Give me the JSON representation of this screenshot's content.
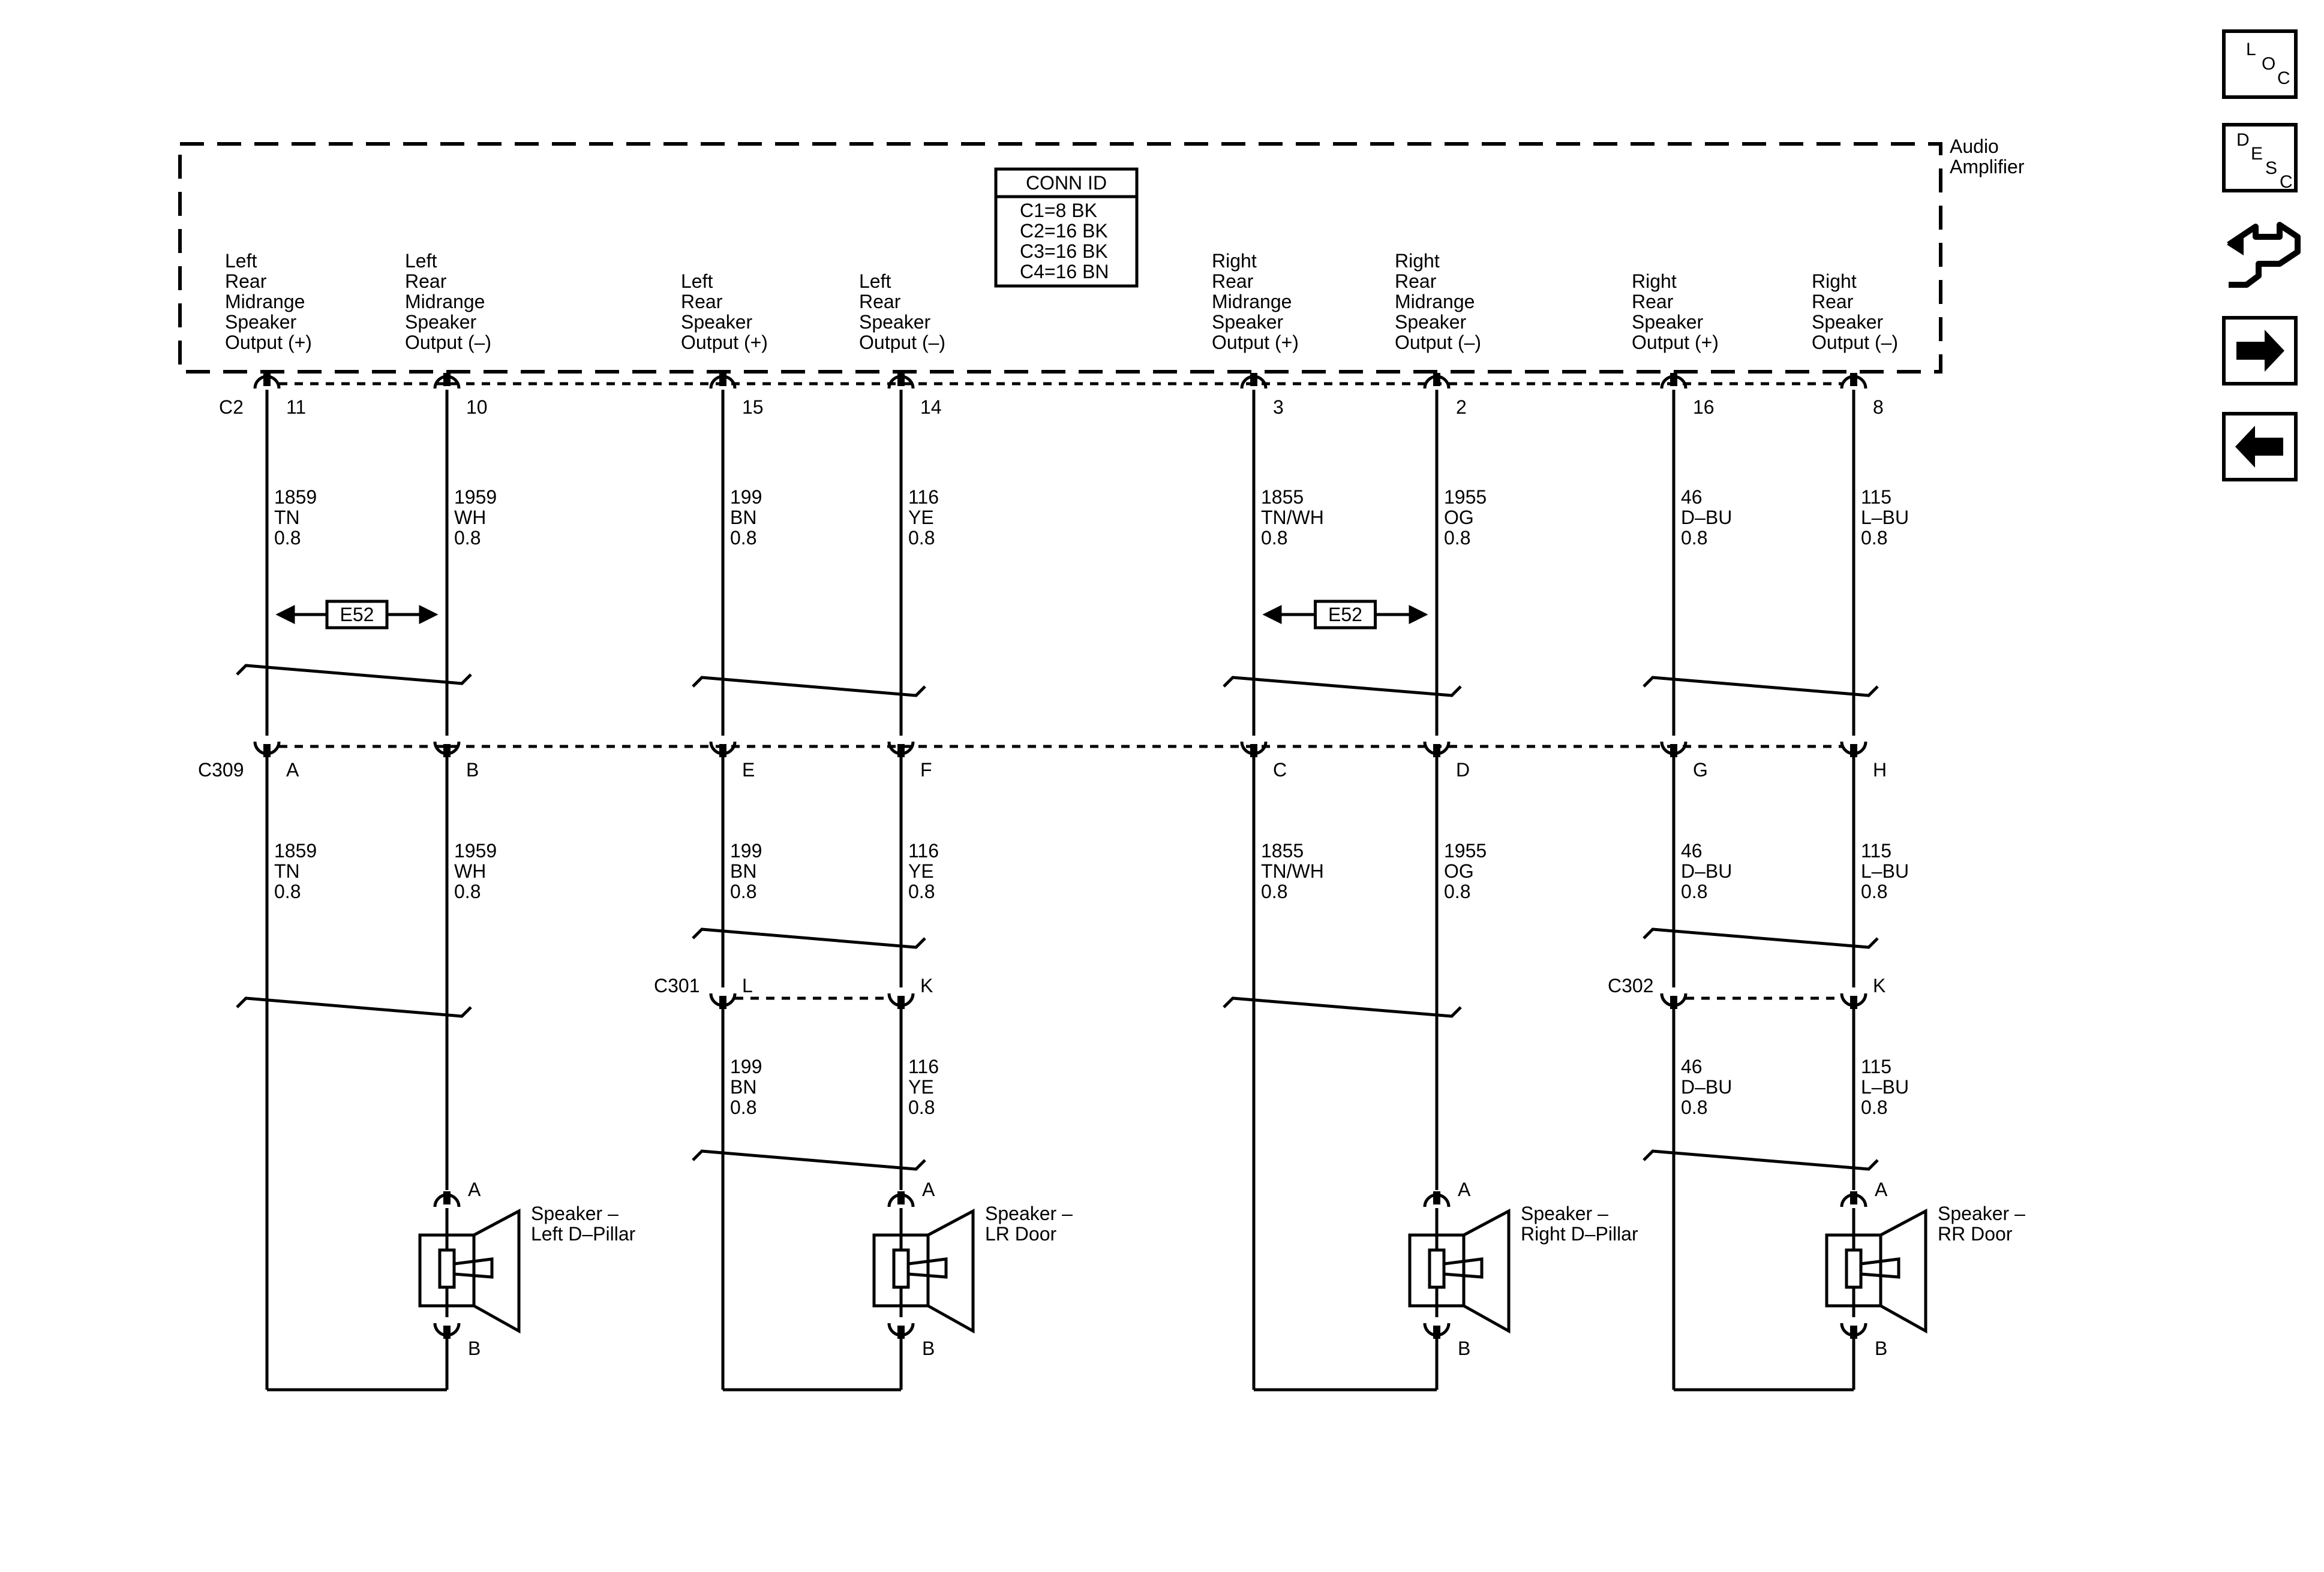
{
  "amplifier": {
    "name": "Audio\nAmplifier",
    "conn_id_title": "CONN ID",
    "conn_id_lines": [
      "C1=8 BK",
      "C2=16 BK",
      "C3=16 BK",
      "C4=16 BN"
    ]
  },
  "connectors": {
    "top": "C2",
    "middle": "C309",
    "c301": "C301",
    "c302": "C302"
  },
  "e52": "E52",
  "circuits": [
    {
      "id": "lrm_pos",
      "label": "Left\nRear\nMidrange\nSpeaker\nOutput (+)",
      "pin_top": "11",
      "wire1": "1859\nTN\n0.8",
      "pin_mid": "A",
      "wire2": "1859\nTN\n0.8"
    },
    {
      "id": "lrm_neg",
      "label": "Left\nRear\nMidrange\nSpeaker\nOutput (–)",
      "pin_top": "10",
      "wire1": "1959\nWH\n0.8",
      "pin_mid": "B",
      "wire2": "1959\nWH\n0.8"
    },
    {
      "id": "lr_pos",
      "label": "Left\nRear\nSpeaker\nOutput (+)",
      "pin_top": "15",
      "wire1": "199\nBN\n0.8",
      "pin_mid": "E",
      "wire2": "199\nBN\n0.8",
      "pin_sub": "L",
      "wire3": "199\nBN\n0.8"
    },
    {
      "id": "lr_neg",
      "label": "Left\nRear\nSpeaker\nOutput (–)",
      "pin_top": "14",
      "wire1": "116\nYE\n0.8",
      "pin_mid": "F",
      "wire2": "116\nYE\n0.8",
      "pin_sub": "K",
      "wire3": "116\nYE\n0.8"
    },
    {
      "id": "rrm_pos",
      "label": "Right\nRear\nMidrange\nSpeaker\nOutput (+)",
      "pin_top": "3",
      "wire1": "1855\nTN/WH\n0.8",
      "pin_mid": "C",
      "wire2": "1855\nTN/WH\n0.8"
    },
    {
      "id": "rrm_neg",
      "label": "Right\nRear\nMidrange\nSpeaker\nOutput (–)",
      "pin_top": "2",
      "wire1": "1955\nOG\n0.8",
      "pin_mid": "D",
      "wire2": "1955\nOG\n0.8"
    },
    {
      "id": "rr_pos",
      "label": "Right\nRear\nSpeaker\nOutput (+)",
      "pin_top": "16",
      "wire1": "46\nD–BU\n0.8",
      "pin_mid": "G",
      "wire2": "46\nD–BU\n0.8",
      "pin_sub": "",
      "wire3": "46\nD–BU\n0.8"
    },
    {
      "id": "rr_neg",
      "label": "Right\nRear\nSpeaker\nOutput (–)",
      "pin_top": "8",
      "wire1": "115\nL–BU\n0.8",
      "pin_mid": "H",
      "wire2": "115\nL–BU\n0.8",
      "pin_sub": "K",
      "wire3": "115\nL–BU\n0.8"
    }
  ],
  "speakers": [
    {
      "name": "Speaker –\nLeft D–Pillar",
      "pin_a": "A",
      "pin_b": "B"
    },
    {
      "name": "Speaker –\nLR Door",
      "pin_a": "A",
      "pin_b": "B"
    },
    {
      "name": "Speaker –\nRight D–Pillar",
      "pin_a": "A",
      "pin_b": "B"
    },
    {
      "name": "Speaker –\nRR Door",
      "pin_a": "A",
      "pin_b": "B"
    }
  ],
  "nav": {
    "loc": [
      "L",
      "O",
      "C"
    ],
    "desc": [
      "D",
      "E",
      "S",
      "C"
    ],
    "icons": [
      "connector-end-view-icon",
      "next-arrow-icon",
      "previous-arrow-icon"
    ]
  }
}
